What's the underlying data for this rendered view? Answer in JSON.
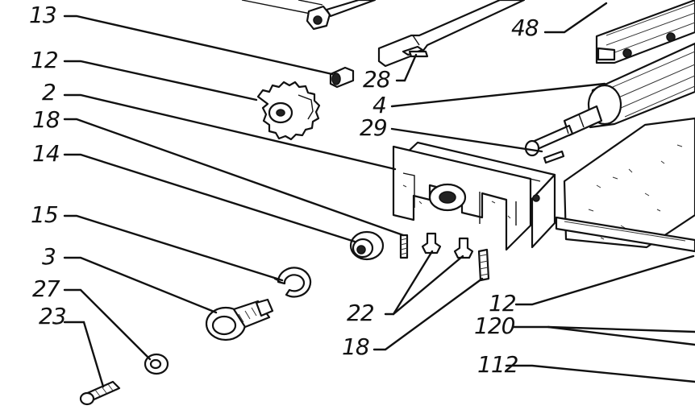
{
  "labels": {
    "l13": "13",
    "l12a": "12",
    "l2": "2",
    "l18a": "18",
    "l14": "14",
    "l15": "15",
    "l3": "3",
    "l27": "27",
    "l23": "23",
    "l48": "48",
    "l28": "28",
    "l4": "4",
    "l29": "29",
    "l22": "22",
    "l18b": "18",
    "l12b": "12",
    "l120": "120",
    "l112": "112"
  }
}
